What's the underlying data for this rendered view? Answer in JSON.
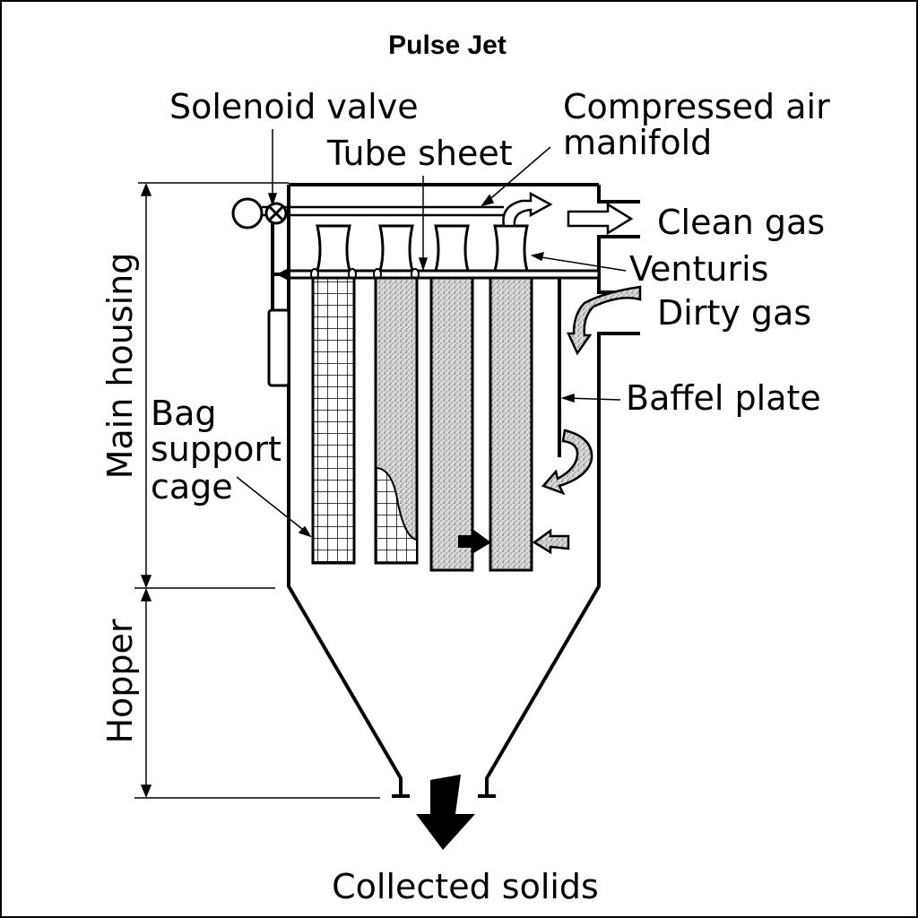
{
  "title": "Pulse Jet",
  "labels": {
    "solenoid_valve": "Solenoid valve",
    "tube_sheet": "Tube sheet",
    "compressed_air_line1": "Compressed air",
    "compressed_air_line2": "manifold",
    "clean_gas": "Clean gas",
    "venturis": "Venturis",
    "dirty_gas": "Dirty gas",
    "baffle_plate": "Baffel plate",
    "bag_line1": "Bag",
    "bag_line2": "support",
    "bag_line3": "cage",
    "main_housing": "Main housing",
    "hopper": "Hopper",
    "collected_solids": "Collected solids"
  },
  "colors": {
    "line": "#000000",
    "dust": "#c8c8c8",
    "background": "#ffffff"
  }
}
